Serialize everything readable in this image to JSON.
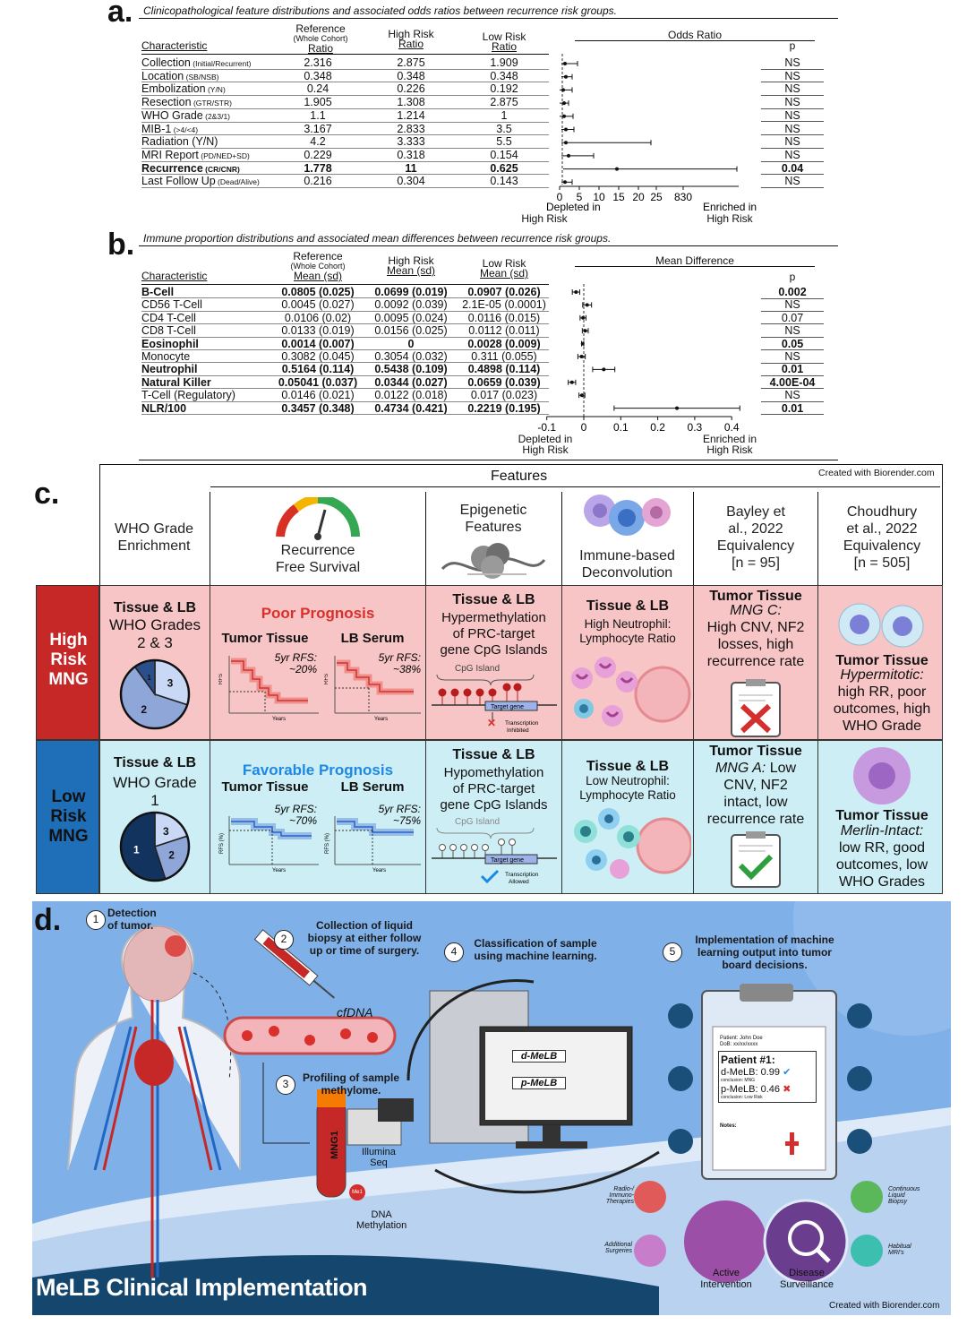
{
  "panel_a": {
    "letter": "a.",
    "title": "Clinicopathological feature distributions and associated odds ratios between recurrence risk groups.",
    "headers": {
      "characteristic": "Characteristic",
      "reference_1": "Reference",
      "reference_2": "(Whole Cohort)",
      "reference_3": "Ratio",
      "high_1": "High Risk",
      "high_2": "Ratio",
      "low_1": "Low Risk",
      "low_2": "Ratio",
      "plot": "Odds Ratio",
      "p": "p"
    },
    "rows": [
      {
        "name": "Collection",
        "sub": "(Initial/Recurrent)",
        "ref": "2.316",
        "high": "2.875",
        "low": "1.909",
        "p": "NS",
        "bold": false
      },
      {
        "name": "Location",
        "sub": "(SB/NSB)",
        "ref": "0.348",
        "high": "0.348",
        "low": "0.348",
        "p": "NS",
        "bold": false
      },
      {
        "name": "Embolization",
        "sub": "(Y/N)",
        "ref": "0.24",
        "high": "0.226",
        "low": "0.192",
        "p": "NS",
        "bold": false
      },
      {
        "name": "Resection",
        "sub": "(GTR/STR)",
        "ref": "1.905",
        "high": "1.308",
        "low": "2.875",
        "p": "NS",
        "bold": false
      },
      {
        "name": "WHO Grade",
        "sub": "(2&3/1)",
        "ref": "1.1",
        "high": "1.214",
        "low": "1",
        "p": "NS",
        "bold": false
      },
      {
        "name": "MIB-1",
        "sub": "(>4/<4)",
        "ref": "3.167",
        "high": "2.833",
        "low": "3.5",
        "p": "NS",
        "bold": false
      },
      {
        "name": "Radiation (Y/N)",
        "sub": "",
        "ref": "4.2",
        "high": "3.333",
        "low": "5.5",
        "p": "NS",
        "bold": false
      },
      {
        "name": "MRI Report",
        "sub": "(PD/NED+SD)",
        "ref": "0.229",
        "high": "0.318",
        "low": "0.154",
        "p": "NS",
        "bold": false
      },
      {
        "name": "Recurrence",
        "sub": "(CR/CNR)",
        "ref": "1.778",
        "high": "11",
        "low": "0.625",
        "p": "0.04",
        "bold": true
      },
      {
        "name": "Last Follow Up",
        "sub": "(Dead/Alive)",
        "ref": "0.216",
        "high": "0.304",
        "low": "0.143",
        "p": "NS",
        "bold": false
      }
    ],
    "axis_ticks": [
      "0",
      "5",
      "10",
      "15",
      "20",
      "25",
      "830"
    ],
    "left_label_1": "Depleted in",
    "left_label_2": "High Risk",
    "right_label_1": "Enriched in",
    "right_label_2": "High Risk"
  },
  "panel_b": {
    "letter": "b.",
    "title": "Immune proportion distributions and associated mean differences between recurrence risk groups.",
    "headers": {
      "characteristic": "Characteristic",
      "reference_1": "Reference",
      "reference_2": "(Whole Cohort)",
      "reference_3": "Mean (sd)",
      "high_1": "High Risk",
      "high_2": "Mean (sd)",
      "low_1": "Low Risk",
      "low_2": "Mean (sd)",
      "plot": "Mean Difference",
      "p": "p"
    },
    "rows": [
      {
        "name": "B-Cell",
        "ref": "0.0805 (0.025)",
        "high": "0.0699 (0.019)",
        "low": "0.0907 (0.026)",
        "p": "0.002",
        "bold": true
      },
      {
        "name": "CD56 T-Cell",
        "ref": "0.0045 (0.027)",
        "high": "0.0092 (0.039)",
        "low": "2.1E-05 (0.0001)",
        "p": "NS",
        "bold": false
      },
      {
        "name": "CD4 T-Cell",
        "ref": "0.0106 (0.02)",
        "high": "0.0095 (0.024)",
        "low": "0.0116 (0.015)",
        "p": "0.07",
        "bold": false
      },
      {
        "name": "CD8 T-Cell",
        "ref": "0.0133 (0.019)",
        "high": "0.0156 (0.025)",
        "low": "0.0112 (0.011)",
        "p": "NS",
        "bold": false
      },
      {
        "name": "Eosinophil",
        "ref": "0.0014 (0.007)",
        "high": "0",
        "low": "0.0028 (0.009)",
        "p": "0.05",
        "bold": true
      },
      {
        "name": "Monocyte",
        "ref": "0.3082 (0.045)",
        "high": "0.3054 (0.032)",
        "low": "0.311 (0.055)",
        "p": "NS",
        "bold": false
      },
      {
        "name": "Neutrophil",
        "ref": "0.5164 (0.114)",
        "high": "0.5438 (0.109)",
        "low": "0.4898 (0.114)",
        "p": "0.01",
        "bold": true
      },
      {
        "name": "Natural Killer",
        "ref": "0.05041 (0.037)",
        "high": "0.0344 (0.027)",
        "low": "0.0659 (0.039)",
        "p": "4.00E-04",
        "bold": true
      },
      {
        "name": "T-Cell (Regulatory)",
        "ref": "0.0146 (0.021)",
        "high": "0.0122 (0.018)",
        "low": "0.017 (0.023)",
        "p": "NS",
        "bold": false
      },
      {
        "name": "NLR/100",
        "ref": "0.3457 (0.348)",
        "high": "0.4734 (0.421)",
        "low": "0.2219 (0.195)",
        "p": "0.01",
        "bold": true
      }
    ],
    "axis_ticks": [
      "-0.1",
      "0",
      "0.1",
      "0.2",
      "0.3",
      "0.4"
    ],
    "left_label_1": "Depleted in",
    "left_label_2": "High Risk",
    "right_label_1": "Enriched in",
    "right_label_2": "High Risk"
  },
  "panel_c": {
    "letter": "c.",
    "features_label": "Features",
    "credit": "Created with Biorender.com",
    "col_headers": [
      "WHO Grade\nEnrichment",
      "Recurrence\nFree Survival",
      "Epigenetic\nFeatures",
      "Immune-based\nDeconvolution",
      "Bayley et\nal., 2022\nEquivalency\n[n = 95]",
      "Choudhury\net al., 2022\nEquivalency\n[n = 505]"
    ],
    "high_row_label": "High\nRisk\nMNG",
    "low_row_label": "Low\nRisk\nMNG",
    "high": {
      "who_title": "Tissue & LB",
      "who_sub": "WHO Grades\n2 & 3",
      "pie_labels": [
        "3",
        "2",
        "1"
      ],
      "pie_shares": [
        0.3,
        0.6,
        0.1
      ],
      "prognosis": "Poor Prognosis",
      "km_left_title": "Tumor Tissue",
      "km_right_title": "LB Serum",
      "km_left_rfs": "5yr RFS:\n~20%",
      "km_right_rfs": "5yr RFS:\n~38%",
      "km_ylabel": "RFS",
      "km_xlabel": "Years",
      "epi_title": "Tissue & LB",
      "epi_text": "Hypermethylation\nof PRC-target\ngene CpG Islands",
      "cpg_label": "CpG Island",
      "target_label": "Target gene",
      "transcription": "Transcription\nInhibited",
      "imm_title": "Tissue & LB",
      "imm_text": "High Neutrophil:\nLymphocyte Ratio",
      "bay_title": "Tumor Tissue",
      "bay_italic": "MNG C:",
      "bay_text": "High CNV, NF2\nlosses, high\nrecurrence rate",
      "cho_title": "Tumor Tissue",
      "cho_italic": "Hypermitotic:",
      "cho_text": "high RR, poor\noutcomes, high\nWHO Grade"
    },
    "low": {
      "who_title": "Tissue & LB",
      "who_sub": "WHO Grade\n1",
      "pie_labels": [
        "3",
        "2",
        "1"
      ],
      "pie_shares": [
        0.2,
        0.25,
        0.55
      ],
      "prognosis": "Favorable Prognosis",
      "km_left_title": "Tumor Tissue",
      "km_right_title": "LB Serum",
      "km_left_rfs": "5yr RFS:\n~70%",
      "km_right_rfs": "5yr RFS:\n~75%",
      "km_ylabel": "RFS (%)",
      "km_xlabel": "Years",
      "epi_title": "Tissue & LB",
      "epi_text": "Hypomethylation\nof PRC-target\ngene CpG Islands",
      "cpg_label": "CpG Island",
      "target_label": "Target gene",
      "transcription": "Transcription\nAllowed",
      "imm_title": "Tissue & LB",
      "imm_text": "Low Neutrophil:\nLymphocyte Ratio",
      "bay_title": "Tumor Tissue",
      "bay_italic": "MNG A:",
      "bay_text": " Low\nCNV, NF2\nintact, low\nrecurrence rate",
      "cho_title": "Tumor Tissue",
      "cho_italic": "Merlin-Intact:",
      "cho_text": "low RR, good\noutcomes, low\nWHO Grades"
    },
    "colors": {
      "high_bg": "#f7c5c5",
      "high_label": "#c62828",
      "low_bg": "#cdeef4",
      "low_label": "#1e6fb8",
      "poor": "#d9302c",
      "favorable": "#1e88e5"
    }
  },
  "panel_d": {
    "letter": "d.",
    "steps": [
      {
        "num": "1",
        "text": "Detection\nof tumor."
      },
      {
        "num": "2",
        "text": "Collection of liquid\nbiopsy at either follow\nup or time of surgery."
      },
      {
        "num": "3",
        "text": "Profiling of sample\nmethylome."
      },
      {
        "num": "4",
        "text": "Classification of sample\nusing machine learning."
      },
      {
        "num": "5",
        "text": "Implementation of machine\nlearning output into tumor\nboard decisions."
      }
    ],
    "cfdna": "cfDNA",
    "tube_label": "MNG1",
    "seq_label": "Illumina\nSeq",
    "meth_label": "DNA\nMethylation",
    "me": "Me1",
    "screen_top": "d-MeLB",
    "screen_bottom": "p-MeLB",
    "clip_patient": "Patient #1:",
    "clip_d": "d-MeLB: 0.99",
    "clip_d_conc": "conclusion: MNG",
    "clip_p": "p-MeLB: 0.46",
    "clip_p_conc": "conclusion: Low Risk",
    "clip_name": "Patient: John Doe",
    "clip_dob": "DoB: xx/xx/xxxx",
    "clip_notes": "Notes:",
    "outcomes": {
      "active": "Active\nIntervention",
      "surveillance": "Disease\nSurveillance"
    },
    "side_labels": {
      "radio": "Radio-/\nImmuno-\nTherapies",
      "surgeries": "Additional\nSurgeries",
      "continuous": "Continuous\nLiquid\nBiopsy",
      "mri": "Habitual\nMRI's"
    },
    "footer_title": "MeLB Clinical Implementation",
    "credit": "Created with Biorender.com",
    "colors": {
      "bg": "#7fb0e8",
      "wave": "#14466e",
      "active": "#9b4fa6",
      "surveillance": "#6a3d8f"
    }
  }
}
